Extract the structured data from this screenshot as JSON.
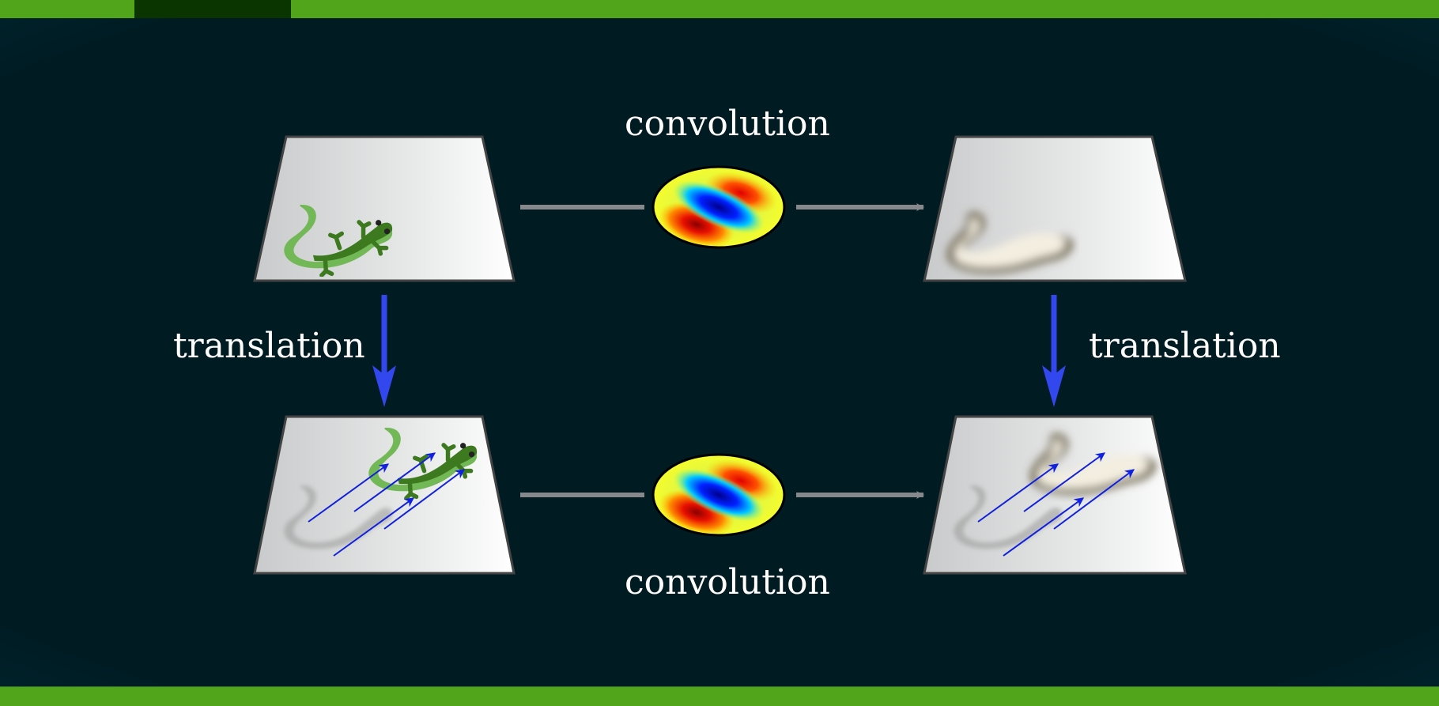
{
  "diagram": {
    "top_label": "convolution",
    "bottom_label": "convolution",
    "left_label": "translation",
    "right_label": "translation",
    "colors": {
      "bar_green": "#50a51b",
      "bar_tab": "#0b3500",
      "background": "#021b24",
      "translation_arrow": "#3347ee",
      "convolution_arrow": "#86888c",
      "motion_vectors": "#1020e0",
      "lizard_dark": "#3d7a1f",
      "lizard_light": "#72b856"
    },
    "nodes": [
      {
        "id": "input-image",
        "content": "lizard-icon"
      },
      {
        "id": "convolved-image",
        "content": "blurred-lizard"
      },
      {
        "id": "translated-image",
        "content": "shifted-lizard-icon"
      },
      {
        "id": "translated-convolved-image",
        "content": "shifted-blurred-lizard"
      }
    ],
    "kernel": "gabor-kernel-heatmap"
  }
}
